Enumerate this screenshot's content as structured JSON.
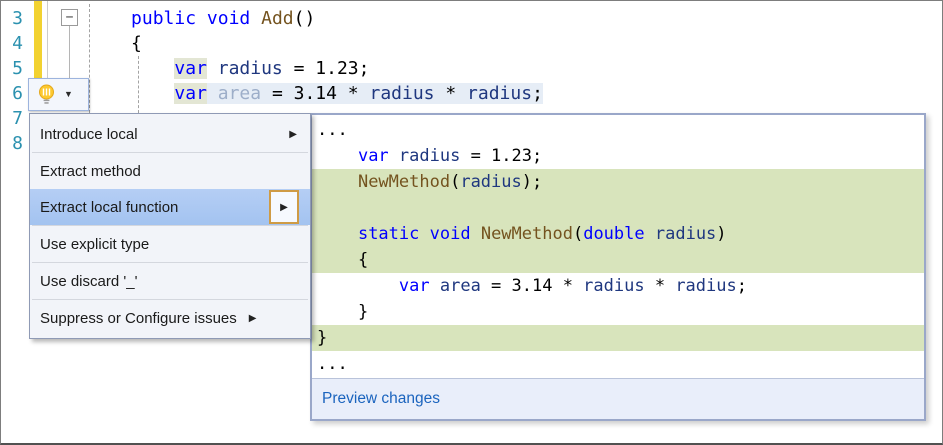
{
  "editor": {
    "line_numbers": [
      "3",
      "4",
      "5",
      "6",
      "7",
      "8"
    ],
    "fold_marker": "−",
    "code_lines": [
      {
        "lead": 12,
        "bg": "none",
        "tokens": [
          [
            "kw",
            "public"
          ],
          [
            "pl",
            " "
          ],
          [
            "kw",
            "void"
          ],
          [
            "pl",
            " "
          ],
          [
            "m",
            "Add"
          ],
          [
            "pl",
            "()"
          ]
        ]
      },
      {
        "lead": 12,
        "bg": "none",
        "tokens": [
          [
            "pl",
            "{"
          ]
        ]
      },
      {
        "lead": 16,
        "bg": "none",
        "tokens": [
          [
            "varhl",
            "var"
          ],
          [
            "pl",
            " "
          ],
          [
            "id",
            "radius"
          ],
          [
            "pl",
            " = 1.23;"
          ]
        ]
      },
      {
        "lead": 16,
        "bg": "sel",
        "tokens": [
          [
            "varhl",
            "var"
          ],
          [
            "pl",
            " "
          ],
          [
            "faded",
            "area"
          ],
          [
            "pl",
            " = 3.14 * "
          ],
          [
            "id",
            "radius"
          ],
          [
            "pl",
            " * "
          ],
          [
            "id",
            "radius"
          ],
          [
            "pl",
            ";"
          ]
        ]
      }
    ]
  },
  "icons": {
    "submenu_arrow": "▶",
    "dropdown_caret": "▼"
  },
  "menu": {
    "items": [
      {
        "label": "Introduce local",
        "submenu": true
      },
      {
        "label": "Extract method",
        "submenu": false
      },
      {
        "label": "Extract local function",
        "submenu": true,
        "highlighted": true
      },
      {
        "label": "Use explicit type",
        "submenu": false
      },
      {
        "label": "Use discard '_'",
        "submenu": false
      },
      {
        "label": "Suppress or Configure issues",
        "submenu": true
      }
    ]
  },
  "preview": {
    "lines": [
      {
        "lead": 0,
        "bg": "none",
        "tokens": [
          [
            "pl",
            "..."
          ]
        ]
      },
      {
        "lead": 4,
        "bg": "none",
        "tokens": [
          [
            "kw",
            "var"
          ],
          [
            "pl",
            " "
          ],
          [
            "id",
            "radius"
          ],
          [
            "pl",
            " = 1.23;"
          ]
        ]
      },
      {
        "lead": 4,
        "bg": "green",
        "tokens": [
          [
            "m",
            "NewMethod"
          ],
          [
            "pl",
            "("
          ],
          [
            "id",
            "radius"
          ],
          [
            "pl",
            ");"
          ]
        ]
      },
      {
        "lead": 0,
        "bg": "green",
        "tokens": []
      },
      {
        "lead": 4,
        "bg": "green",
        "tokens": [
          [
            "kw",
            "static"
          ],
          [
            "pl",
            " "
          ],
          [
            "kw",
            "void"
          ],
          [
            "pl",
            " "
          ],
          [
            "m",
            "NewMethod"
          ],
          [
            "pl",
            "("
          ],
          [
            "kw",
            "double"
          ],
          [
            "pl",
            " "
          ],
          [
            "id",
            "radius"
          ],
          [
            "pl",
            ")"
          ]
        ]
      },
      {
        "lead": 4,
        "bg": "green",
        "tokens": [
          [
            "pl",
            "{"
          ]
        ]
      },
      {
        "lead": 8,
        "bg": "none",
        "tokens": [
          [
            "kw",
            "var"
          ],
          [
            "pl",
            " "
          ],
          [
            "id",
            "area"
          ],
          [
            "pl",
            " = 3.14 * "
          ],
          [
            "id",
            "radius"
          ],
          [
            "pl",
            " * "
          ],
          [
            "id",
            "radius"
          ],
          [
            "pl",
            ";"
          ]
        ]
      },
      {
        "lead": 4,
        "bg": "none",
        "tokens": [
          [
            "pl",
            "}"
          ]
        ]
      },
      {
        "lead": 0,
        "bg": "green",
        "tokens": [
          [
            "pl",
            "}"
          ]
        ]
      },
      {
        "lead": 0,
        "bg": "none",
        "tokens": [
          [
            "pl",
            "..."
          ]
        ]
      }
    ],
    "footer_label": "Preview changes"
  },
  "colors": {
    "keyword": "#0000ff",
    "identifier": "#1f377f",
    "method": "#74531f",
    "plain": "#000000",
    "faded": "#9daec9",
    "line_number": "#2b91af",
    "added_line_bg": "#d8e4bc",
    "selected_line_bg": "#e6edf6",
    "menu_highlight": "#a8c6f0",
    "footer_link": "#1b64be",
    "change_bar": "#f2d231"
  }
}
